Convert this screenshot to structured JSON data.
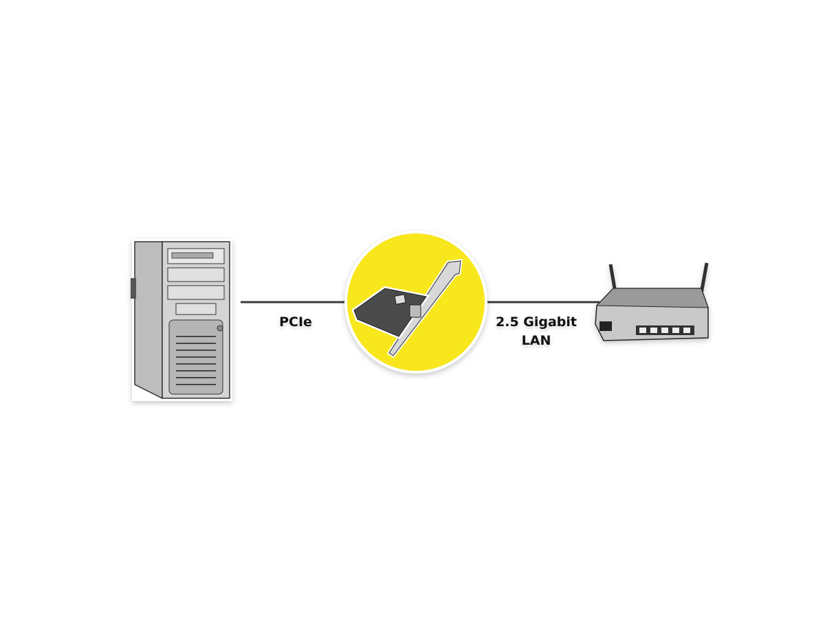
{
  "diagram": {
    "nodes": [
      {
        "id": "pc",
        "icon": "desktop-tower-icon"
      },
      {
        "id": "card",
        "icon": "network-card-icon",
        "highlight_color": "#f8e71c"
      },
      {
        "id": "router",
        "icon": "router-icon"
      }
    ],
    "links": [
      {
        "from": "pc",
        "to": "card",
        "label": "PCIe"
      },
      {
        "from": "card",
        "to": "router",
        "label_line1": "2.5 Gigabit",
        "label_line2": "LAN"
      }
    ],
    "line_color": "#3a3a3a"
  }
}
